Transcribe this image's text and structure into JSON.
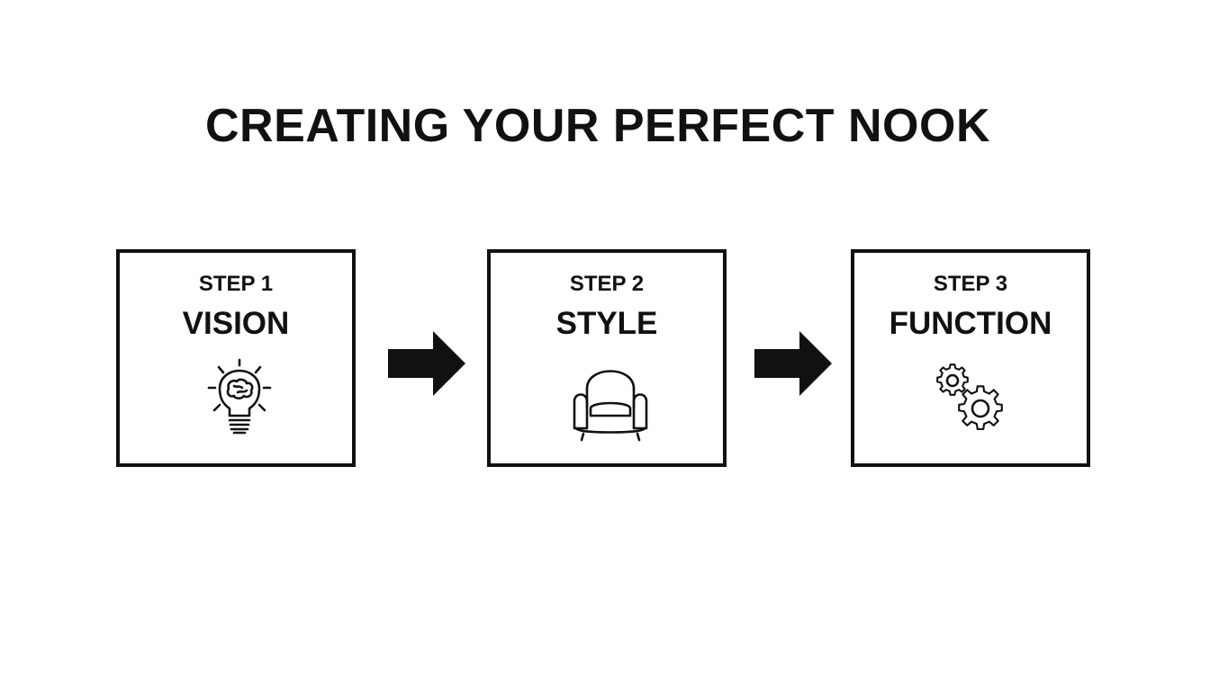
{
  "title": "CREATING YOUR PERFECT NOOK",
  "steps": [
    {
      "label": "STEP 1",
      "name": "VISION",
      "icon": "lightbulb-brain-icon"
    },
    {
      "label": "STEP 2",
      "name": "STYLE",
      "icon": "armchair-icon"
    },
    {
      "label": "STEP 3",
      "name": "FUNCTION",
      "icon": "gears-icon"
    }
  ],
  "colors": {
    "ink": "#111111",
    "background": "#ffffff"
  }
}
